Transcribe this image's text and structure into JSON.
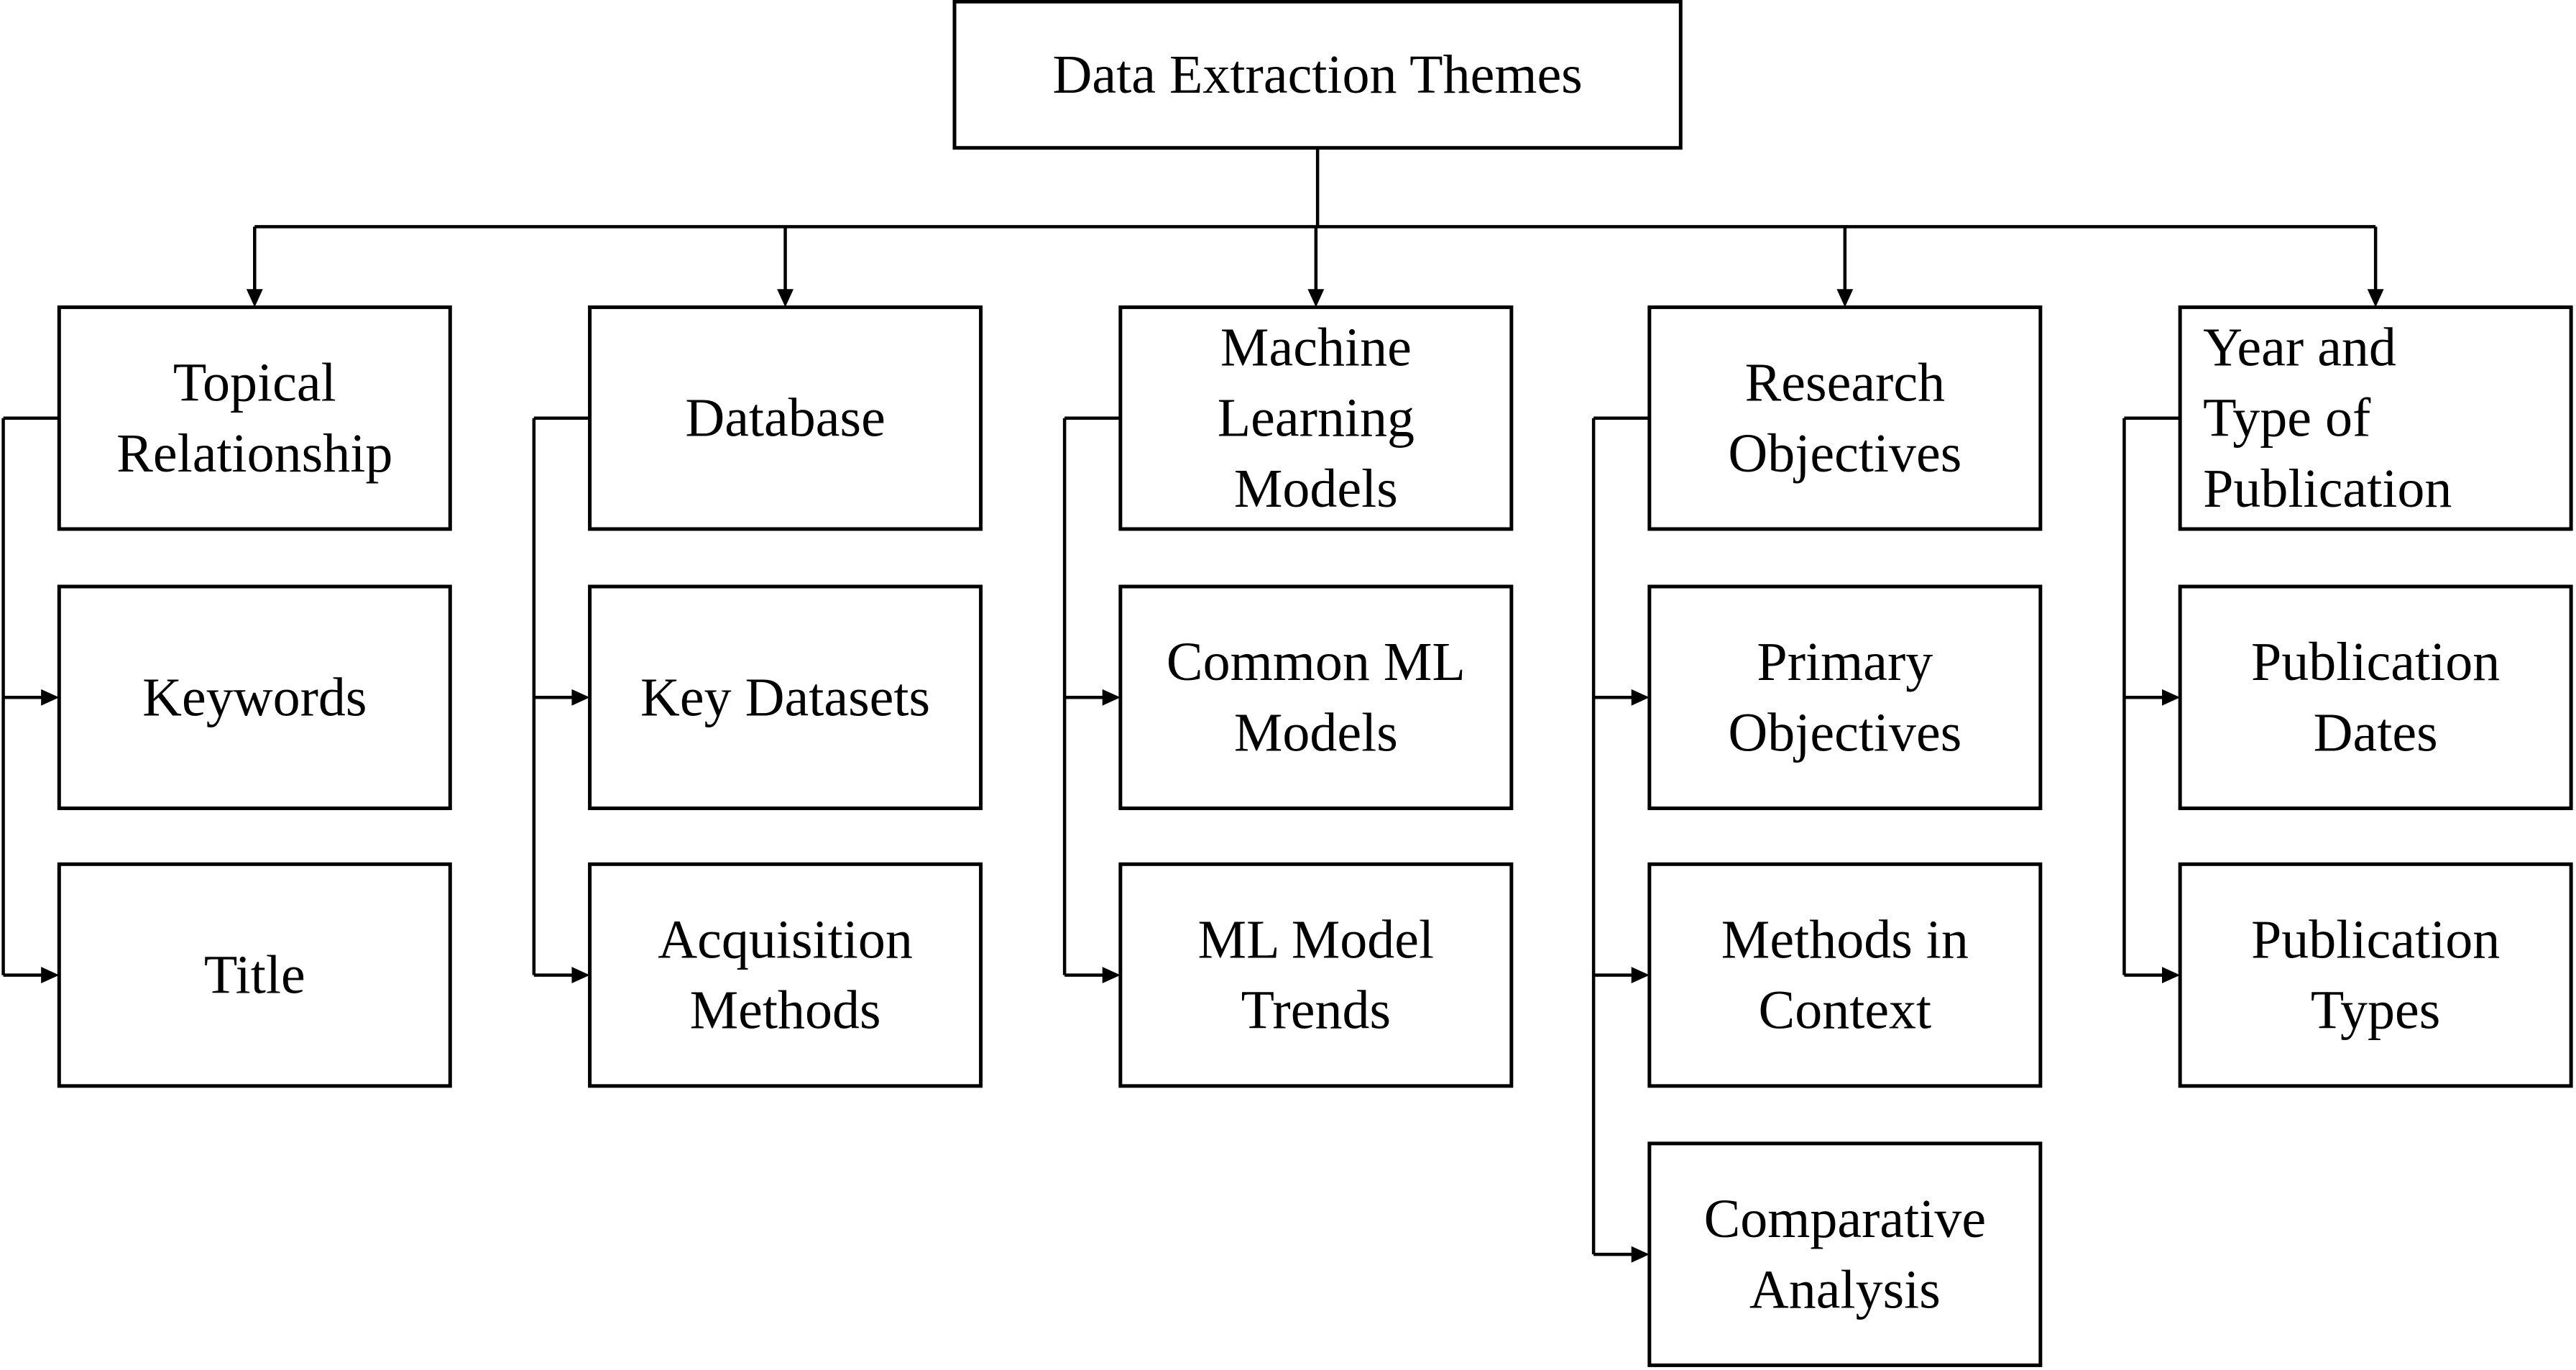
{
  "root": {
    "lines": [
      "Data Extraction Themes"
    ]
  },
  "columns": [
    {
      "id": "topical",
      "header": {
        "lines": [
          "Topical",
          "Relationship"
        ]
      },
      "children": [
        {
          "lines": [
            "Keywords"
          ]
        },
        {
          "lines": [
            "Title"
          ]
        }
      ]
    },
    {
      "id": "database",
      "header": {
        "lines": [
          "Database"
        ]
      },
      "children": [
        {
          "lines": [
            "Key Datasets"
          ]
        },
        {
          "lines": [
            "Acquisition",
            "Methods"
          ]
        }
      ]
    },
    {
      "id": "ml-models",
      "header": {
        "lines": [
          "Machine",
          "Learning",
          "Models"
        ]
      },
      "children": [
        {
          "lines": [
            "Common ML",
            "Models"
          ]
        },
        {
          "lines": [
            "ML Model",
            "Trends"
          ]
        }
      ]
    },
    {
      "id": "research-objectives",
      "header": {
        "lines": [
          "Research",
          "Objectives"
        ]
      },
      "children": [
        {
          "lines": [
            "Primary",
            "Objectives"
          ]
        },
        {
          "lines": [
            "Methods in",
            "Context"
          ]
        },
        {
          "lines": [
            "Comparative",
            "Analysis"
          ]
        }
      ]
    },
    {
      "id": "year-type",
      "header": {
        "lines": [
          "Year and",
          "Type of",
          "Publication"
        ],
        "align": "left"
      },
      "children": [
        {
          "lines": [
            "Publication",
            "Dates"
          ]
        },
        {
          "lines": [
            "Publication",
            "Types"
          ]
        }
      ]
    }
  ]
}
